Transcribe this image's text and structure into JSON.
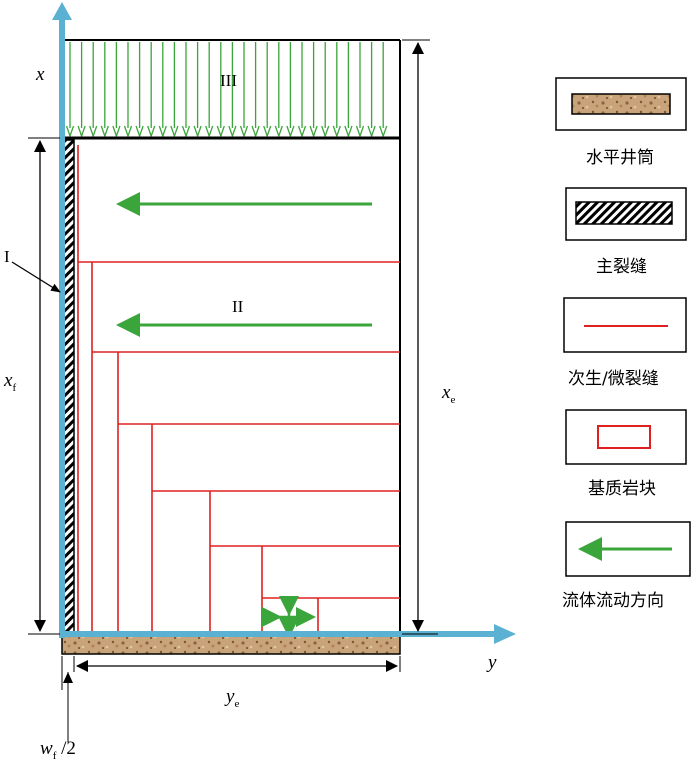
{
  "labels": {
    "x_axis": "x",
    "y_axis": "y",
    "region_I": "I",
    "region_II": "II",
    "region_III": "III",
    "xf_main": "x",
    "xf_sub": "f",
    "xe_main": "x",
    "xe_sub": "e",
    "ye_main": "y",
    "ye_sub": "e",
    "wf_main": "w",
    "wf_sub": "f",
    "wf_tail": " /2"
  },
  "legend": [
    {
      "symbol": "horizontal-wellbore",
      "label": "水平井筒"
    },
    {
      "symbol": "main-fracture",
      "label": "主裂缝"
    },
    {
      "symbol": "secondary-fracture",
      "label": "次生/微裂缝"
    },
    {
      "symbol": "matrix-block",
      "label": "基质岩块"
    },
    {
      "symbol": "flow-direction",
      "label": "流体流动方向"
    }
  ],
  "colors": {
    "axis": "#5bb1d1",
    "flow": "#3aa53a",
    "fracture": "#e02020",
    "wellbore": "#c9a47a",
    "outline": "#000000"
  }
}
